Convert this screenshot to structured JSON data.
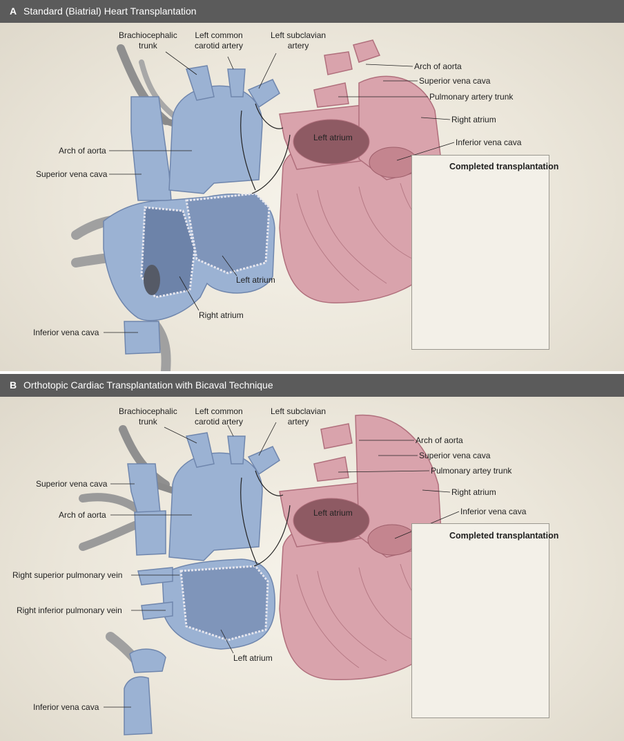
{
  "panels": [
    {
      "letter": "A",
      "title": "Standard (Biatrial) Heart Transplantation",
      "labels": {
        "brachiocephalic": "Brachiocephalic\ntrunk",
        "left_common_carotid": "Left common\ncarotid artery",
        "left_subclavian": "Left subclavian\nartery",
        "arch_of_aorta_left": "Arch of aorta",
        "superior_vena_cava_left": "Superior vena cava",
        "inferior_vena_cava": "Inferior vena cava",
        "right_atrium": "Right atrium",
        "left_atrium_recipient": "Left atrium",
        "left_atrium_donor": "Left atrium",
        "arch_of_aorta_right": "Arch of aorta",
        "superior_vena_cava_right": "Superior vena cava",
        "pulmonary_trunk": "Pulmonary artery trunk",
        "right_atrium_donor": "Right atrium",
        "inferior_vena_cava_donor": "Inferior vena cava"
      },
      "inset_title": "Completed transplantation"
    },
    {
      "letter": "B",
      "title": "Orthotopic Cardiac Transplantation with Bicaval Technique",
      "labels": {
        "brachiocephalic": "Brachiocephalic\ntrunk",
        "left_common_carotid": "Left common\ncarotid artery",
        "left_subclavian": "Left subclavian\nartery",
        "superior_vena_cava_left": "Superior vena cava",
        "arch_of_aorta_left": "Arch of aorta",
        "right_superior_pulmonary_vein": "Right superior pulmonary vein",
        "right_inferior_pulmonary_vein": "Right inferior pulmonary vein",
        "left_atrium_recipient": "Left atrium",
        "inferior_vena_cava": "Inferior vena cava",
        "left_atrium_donor": "Left atrium",
        "arch_of_aorta_right": "Arch of aorta",
        "superior_vena_cava_right": "Superior vena cava",
        "pulmonary_trunk": "Pulmonary artey trunk",
        "right_atrium_donor": "Right atrium",
        "inferior_vena_cava_donor": "Inferior vena cava"
      },
      "inset_title": "Completed transplantation"
    }
  ],
  "colors": {
    "header_bg": "#5b5b5b",
    "recipient_vessels": "#9bb2d3",
    "recipient_dark": "#6f86ad",
    "donor_heart": "#d9a3ac",
    "donor_dark": "#b06f7c",
    "background": "#ebe6da"
  }
}
